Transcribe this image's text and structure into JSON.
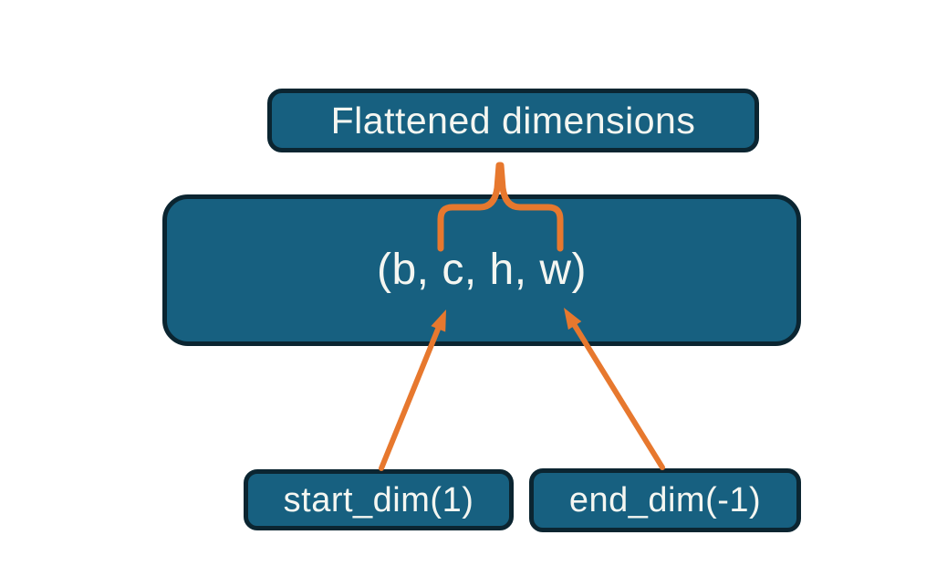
{
  "diagram": {
    "nodes": {
      "flattened": {
        "label": "Flattened dimensions"
      },
      "tensor": {
        "label": "(b, c, h, w)"
      },
      "start": {
        "label": "start_dim(1)"
      },
      "end": {
        "label": "end_dim(-1)"
      }
    },
    "icons": {
      "brace": "curly-brace-up",
      "start_arrow": "arrow-up-right",
      "end_arrow": "arrow-up-left"
    }
  },
  "colors": {
    "background": "#ffffff",
    "node_fill": "#176080",
    "node_border": "#0b2531",
    "accent": "#e7782e",
    "text": "#f4f6f1"
  }
}
